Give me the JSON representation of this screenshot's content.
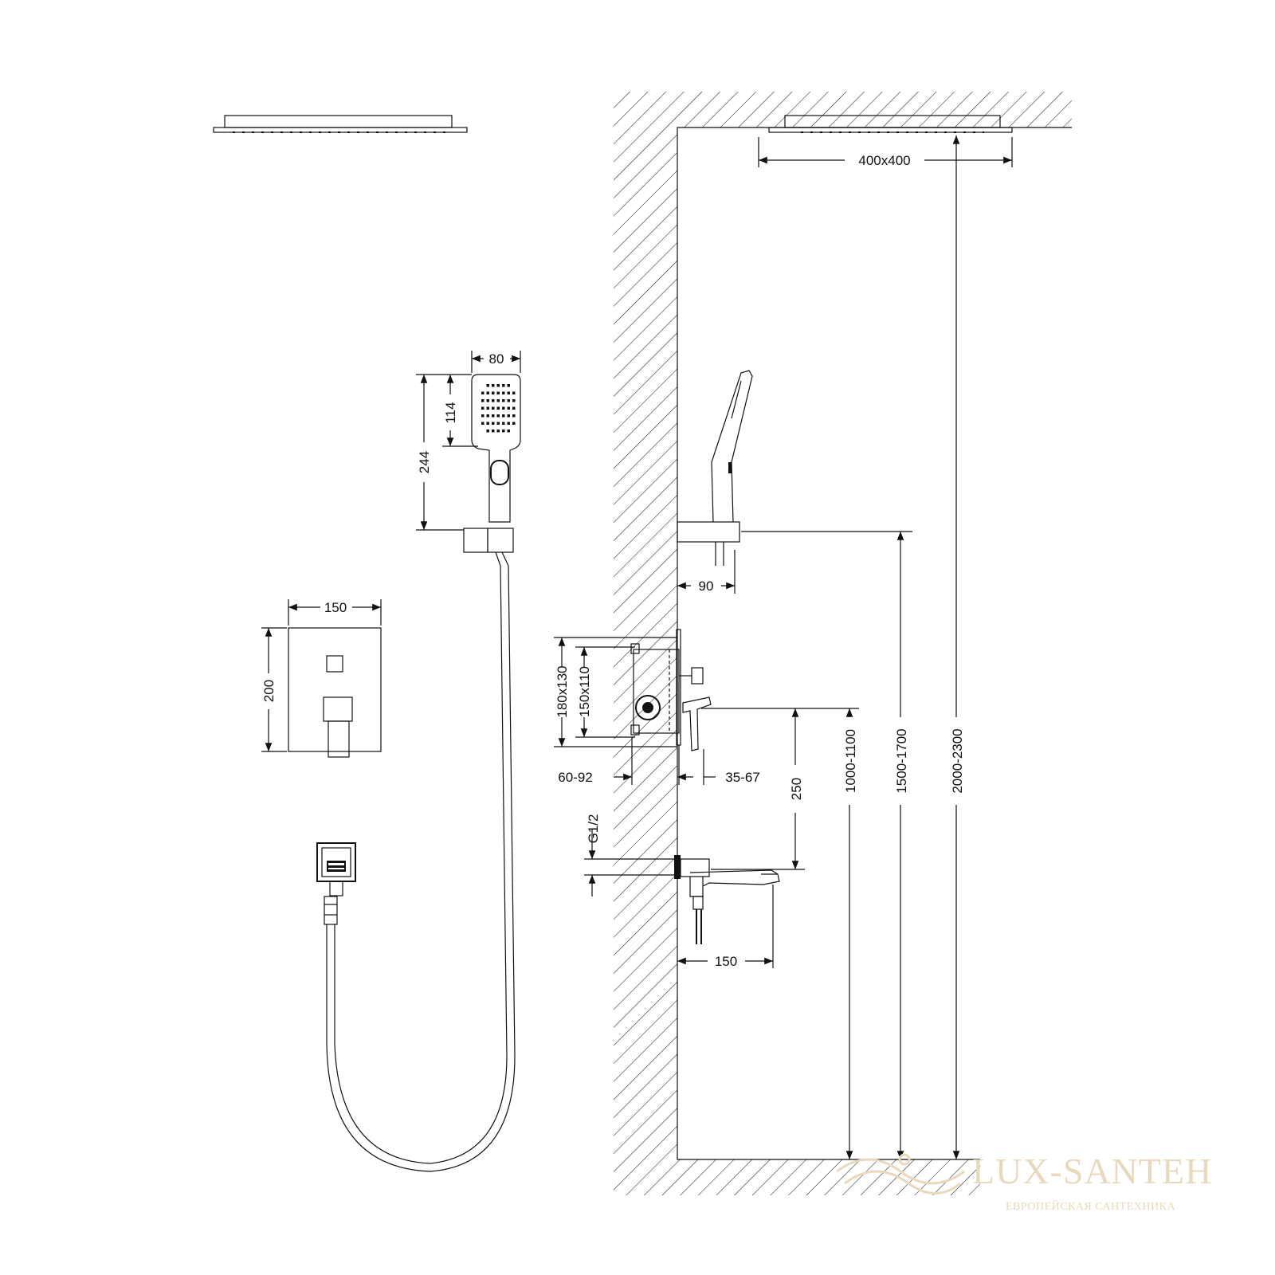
{
  "dimensions": {
    "head_size": "400x400",
    "hand_width": "80",
    "hand_head_height": "114",
    "hand_total_height": "244",
    "holder_offset": "90",
    "mixer_plate_width": "150",
    "mixer_plate_height": "200",
    "box_outer": "180x130",
    "box_inner": "150x110",
    "box_depth": "60-92",
    "plate_projection": "35-67",
    "spout_gap": "250",
    "thread": "G1/2",
    "spout_reach": "150",
    "mixer_height": "1000-1100",
    "holder_height": "1500-1700",
    "head_height": "2000-2300"
  },
  "watermark": {
    "brand": "LUX-SANTEH",
    "tagline": "ЕВРОПЕЙСКАЯ САНТЕХНИКА"
  }
}
